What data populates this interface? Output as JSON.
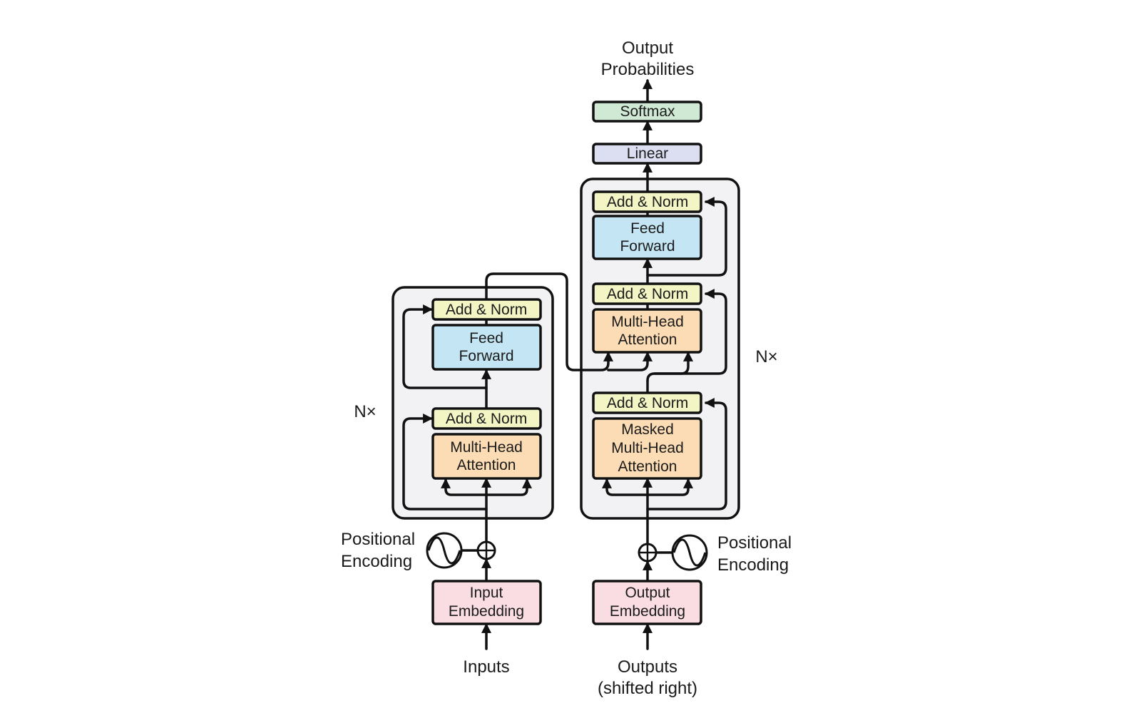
{
  "labels": {
    "output_probabilities_line1": "Output",
    "output_probabilities_line2": "Probabilities",
    "inputs": "Inputs",
    "outputs_line1": "Outputs",
    "outputs_line2": "(shifted right)",
    "encoder_nx": "N×",
    "decoder_nx": "N×",
    "enc_pos_line1": "Positional",
    "enc_pos_line2": "Encoding",
    "dec_pos_line1": "Positional",
    "dec_pos_line2": "Encoding"
  },
  "blocks": {
    "softmax": "Softmax",
    "linear": "Linear",
    "add_norm": "Add & Norm",
    "feed_line1": "Feed",
    "feed_line2": "Forward",
    "mha_line1": "Multi-Head",
    "mha_line2": "Attention",
    "masked": "Masked",
    "input_emb_line1": "Input",
    "input_emb_line2": "Embedding",
    "output_emb_line1": "Output",
    "output_emb_line2": "Embedding"
  },
  "colors": {
    "add_norm": "#f3f6c4",
    "feed_forward": "#c4e6f4",
    "attention": "#fbdcb4",
    "embedding": "#f9dde3",
    "linear": "#dcdff2",
    "softmax": "#cfe9d4",
    "layer_panel": "#f2f2f4"
  }
}
